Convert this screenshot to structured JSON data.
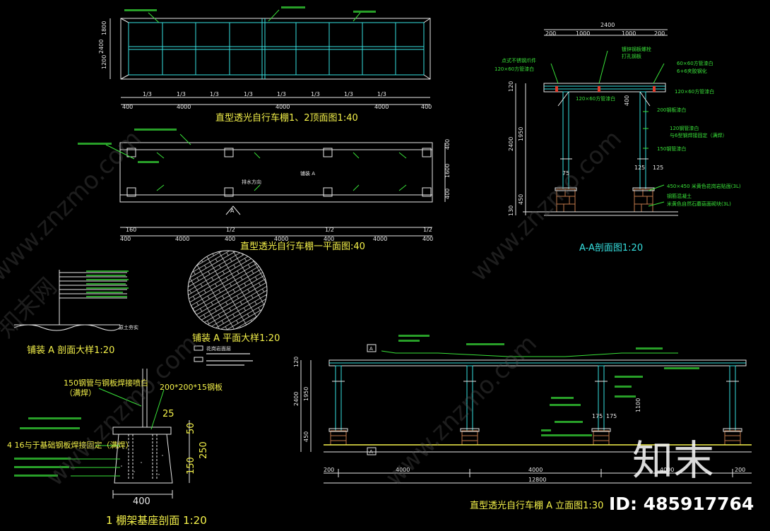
{
  "titles": {
    "top_plan": "直型透光自行车棚1、2顶面图1:40",
    "floor_plan": "直型透光自行车棚一平面图:40",
    "section_aa": "A-A剖面图1:20",
    "paving_section": "铺装 A 剖面大样1:20",
    "paving_plan": "铺装 A 平面大样1:20",
    "footing_section": "1  棚架基座剖面 1:20",
    "elevation": "直型透光自行车棚 A 立面图1:30"
  },
  "dims": {
    "top_total": [
      "400",
      "4000",
      "4000",
      "4000",
      "400"
    ],
    "top_sub": [
      "1/3",
      "1/3",
      "1/3",
      "1/3",
      "1/3",
      "1/3",
      "1/3",
      "1/3"
    ],
    "top_left": [
      "1800",
      "2400",
      "1200"
    ],
    "plan_bottom": [
      "400",
      "4000",
      "400",
      "4000",
      "400",
      "4000",
      "400"
    ],
    "plan_sub": [
      "160",
      "1/2"
    ],
    "plan_right": [
      "400",
      "1600",
      "400"
    ],
    "aa_top": "2400",
    "aa_top_sub": [
      "200",
      "1000",
      "1000",
      "200"
    ],
    "aa_left": [
      "120",
      "1950",
      "2400",
      "450",
      "130"
    ],
    "aa_mid": [
      "400",
      "75",
      "125",
      "125"
    ],
    "footing_w": "400",
    "footing_v": [
      "25",
      "50",
      "250",
      "150"
    ],
    "elev_bottom": [
      "200",
      "4000",
      "4000",
      "4000",
      "200"
    ],
    "elev_total": "12800",
    "elev_left": [
      "120",
      "1950",
      "2400",
      "450"
    ],
    "elev_mid": [
      "175",
      "175",
      "1100"
    ]
  },
  "labels": {
    "aa_notes": [
      "点式不锈钢爪件",
      "120×60方管漆白",
      "镀锌钢板螺栓",
      "打孔钢板",
      "60×60方管漆白",
      "6+6夹胶钢化",
      "120×60方管漆白",
      "120×60方管漆白",
      "200钢板漆白",
      "120钢管漆白",
      "与6型钢焊接固定（满焊）",
      "150钢管漆白",
      "450×450 米黄色花岗岩贴面(3L)",
      "钢筋混凝土",
      "米黄色自然石蘑菇面砌块(3L)"
    ],
    "footing_notes": [
      "150钢管与钢板焊接喷白",
      "（满焊）",
      "200*200*15钢板",
      "4  16与于基础钢板焊接固定（满焊）"
    ],
    "plan_notes": [
      "铺装 A",
      "排水方向"
    ],
    "paving_legend": [
      "花岗岩面层",
      "原土夯实"
    ],
    "section_marker": "A"
  },
  "colors": {
    "cyan": "#36e0e0",
    "white": "#e8e8e8",
    "yellow": "#f5f24a",
    "green": "#39e239",
    "red": "#e23a2a",
    "brown": "#c0784a"
  },
  "watermark": {
    "brand": "知末",
    "id": "ID: 485917764",
    "site": "www.znzmo.com",
    "site_short": "知末网"
  }
}
